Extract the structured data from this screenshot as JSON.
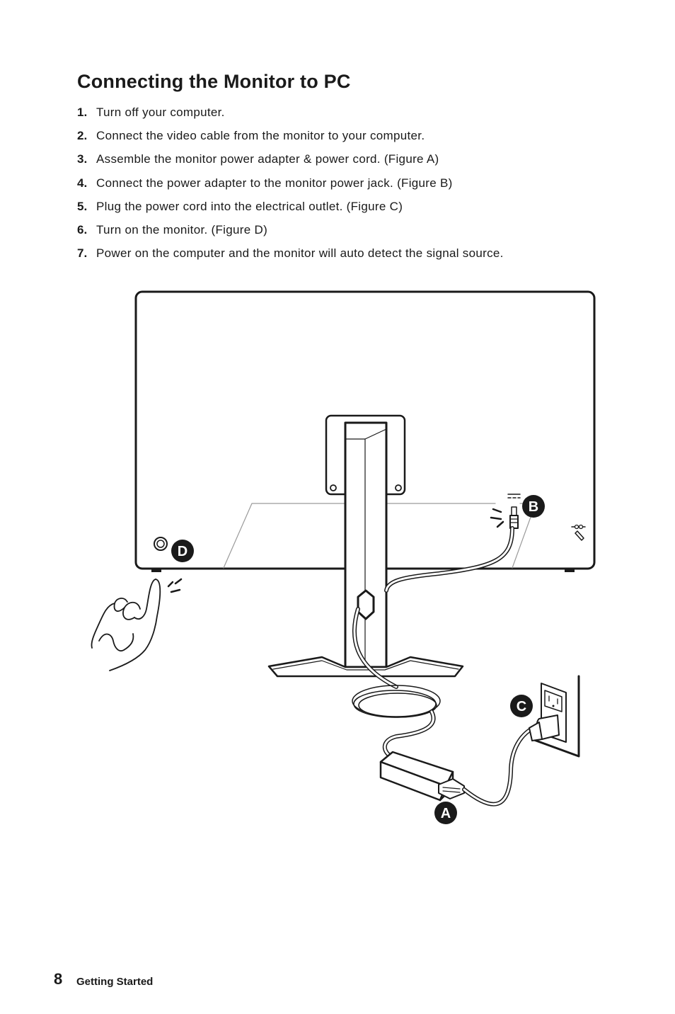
{
  "title": "Connecting the Monitor to PC",
  "steps": [
    {
      "num": "1.",
      "text": "Turn off your computer."
    },
    {
      "num": "2.",
      "text": "Connect the video cable from the monitor to your computer."
    },
    {
      "num": "3.",
      "text": "Assemble the monitor power adapter & power cord. (Figure A)"
    },
    {
      "num": "4.",
      "text": "Connect the power adapter to the monitor power jack. (Figure B)"
    },
    {
      "num": "5.",
      "text": "Plug the power cord into the electrical outlet. (Figure C)"
    },
    {
      "num": "6.",
      "text": "Turn on the monitor. (Figure D)"
    },
    {
      "num": "7.",
      "text": "Power on the computer and the monitor will auto detect the signal source."
    }
  ],
  "figure": {
    "callouts": {
      "a": "A",
      "b": "B",
      "c": "C",
      "d": "D"
    }
  },
  "footer": {
    "page_number": "8",
    "section": "Getting Started"
  }
}
